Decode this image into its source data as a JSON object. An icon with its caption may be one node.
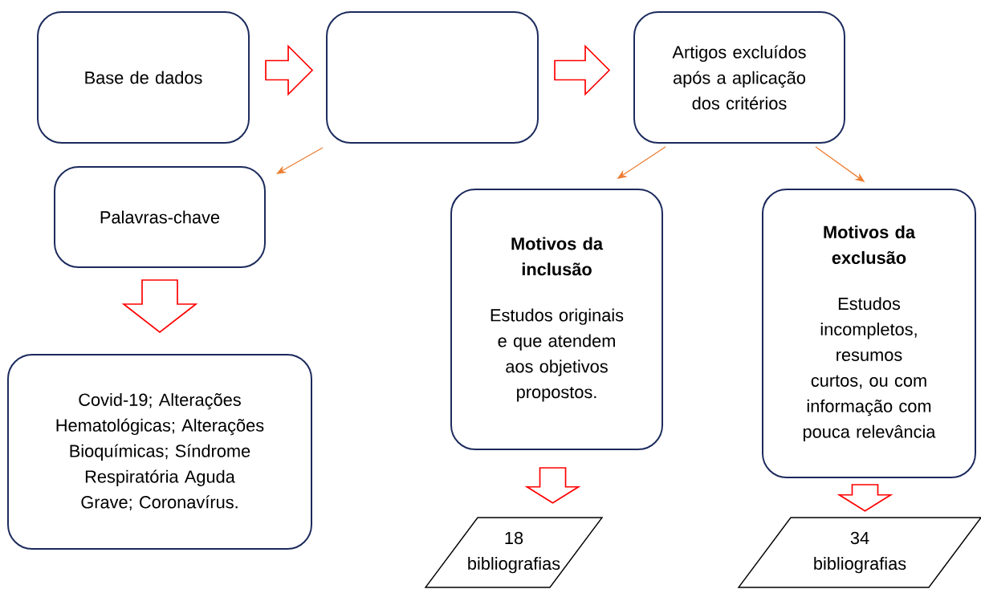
{
  "diagram": {
    "nodes": [
      {
        "text": [
          "Base de dados"
        ]
      },
      {
        "text": [],
        "shape": "box"
      },
      {
        "text": [
          "Artigos excluídos após a aplicação dos critérios"
        ]
      },
      {
        "text": [
          "Palavras-chave"
        ]
      },
      {
        "text": [
          "Covid-19; Alterações Hematológicas; Alterações Bioquímicas; Síndrome Respiratória Aguda Grave; Coronavírus."
        ]
      },
      {
        "text": [
          "Motivos da inclusão",
          "Estudos originais e que atendem aos objetivos propostos."
        ]
      },
      {
        "text": [
          "Motivos da exclusão",
          "Estudos incompletos, resumos curtos, ou com informação com pouca relevância"
        ]
      },
      {
        "text": [
          "18 bibliografias"
        ]
      },
      {
        "text": [
          "34 bibliografias"
        ]
      }
    ],
    "edges": [
      {
        "from": 0,
        "to": 1,
        "arrow": "to"
      },
      {
        "from": 1,
        "to": 2,
        "arrow": "to"
      },
      {
        "from": 1,
        "to": 3,
        "arrow": "to",
        "color": "#ed7d31"
      },
      {
        "from": 3,
        "to": 4,
        "arrow": "to"
      },
      {
        "from": 2,
        "to": 5,
        "arrow": "to",
        "color": "#ed7d31"
      },
      {
        "from": 2,
        "to": 6,
        "arrow": "to",
        "color": "#ed7d31"
      },
      {
        "from": 5,
        "to": 7,
        "arrow": "to"
      },
      {
        "from": 6,
        "to": 8,
        "arrow": "to"
      }
    ]
  }
}
